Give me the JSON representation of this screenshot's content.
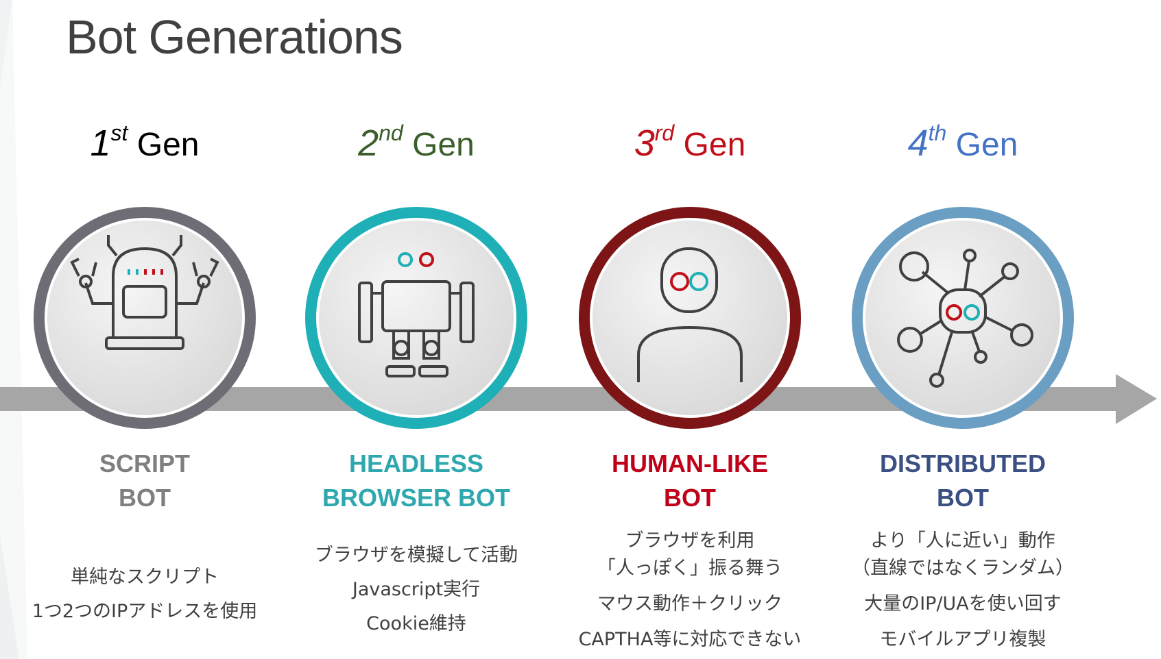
{
  "title": "Bot Generations",
  "colors": {
    "gen1": "#6e6d75",
    "gen2": "#1eb0b6",
    "gen3": "#7d1416",
    "gen4": "#6a9ec2",
    "arrow": "#a6a6a6"
  },
  "generations": [
    {
      "num": "1",
      "suffix": "st",
      "gen": "Gen",
      "gen_color": "#000000",
      "label_lines": [
        "SCRIPT",
        "BOT"
      ],
      "label_color": "#7f7f7f",
      "icon": "script-robot-icon",
      "desc": [
        "単純なスクリプト",
        "1つ2つのIPアドレスを使用"
      ]
    },
    {
      "num": "2",
      "suffix": "nd",
      "gen": "Gen",
      "gen_color": "#3b5e2b",
      "label_lines": [
        "HEADLESS",
        "BROWSER BOT"
      ],
      "label_color": "#2ea8ae",
      "icon": "humanoid-robot-icon",
      "desc": [
        "ブラウザを模擬して活動",
        "Javascript実行",
        "Cookie維持"
      ]
    },
    {
      "num": "3",
      "suffix": "rd",
      "gen": "Gen",
      "gen_color": "#c0101a",
      "label_lines": [
        "HUMAN-LIKE",
        "BOT"
      ],
      "label_color": "#c00018",
      "icon": "human-figure-icon",
      "desc": [
        "ブラウザを利用",
        "「人っぽく」振る舞う",
        "マウス動作＋クリック",
        "CAPTHA等に対応できない"
      ]
    },
    {
      "num": "4",
      "suffix": "th",
      "gen": "Gen",
      "gen_color": "#4472c4",
      "label_lines": [
        "DISTRIBUTED",
        "BOT"
      ],
      "label_color": "#3a4f82",
      "icon": "network-node-icon",
      "desc": [
        "より「人に近い」動作",
        "（直線ではなくランダム）",
        "大量のIP/UAを使い回す",
        "モバイルアプリ複製"
      ]
    }
  ]
}
